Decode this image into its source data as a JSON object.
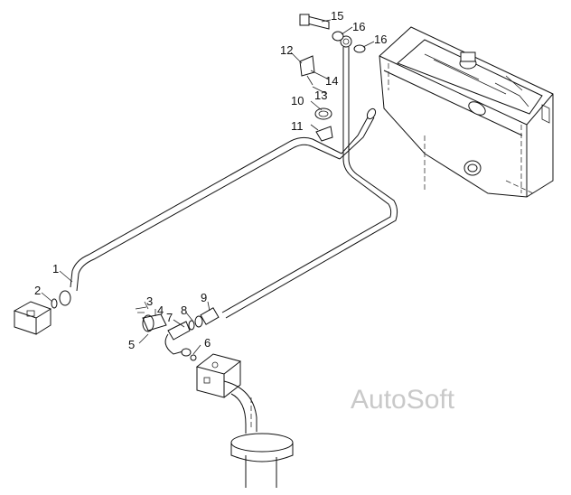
{
  "diagram": {
    "callouts": [
      "1",
      "2",
      "3",
      "4",
      "5",
      "6",
      "7",
      "8",
      "9",
      "10",
      "11",
      "12",
      "13",
      "14",
      "15",
      "16",
      "16"
    ]
  },
  "watermark": "AutoSoft"
}
